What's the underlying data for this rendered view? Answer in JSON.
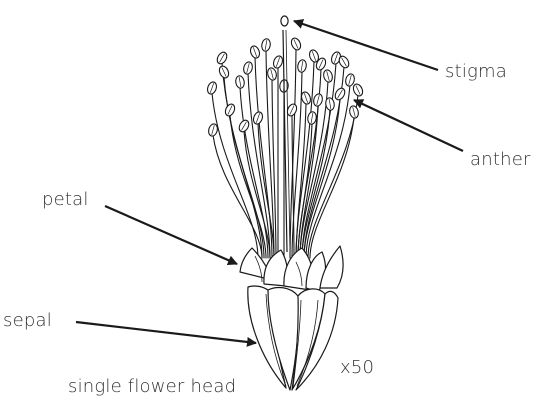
{
  "labels": {
    "stigma": "stigma",
    "anther": "anther",
    "petal": "petal",
    "sepal": "sepal"
  },
  "magnification": "x50",
  "caption": "single flower head",
  "colors": {
    "ink": "#1a1a1a",
    "text": "#333333",
    "background": "#ffffff"
  }
}
